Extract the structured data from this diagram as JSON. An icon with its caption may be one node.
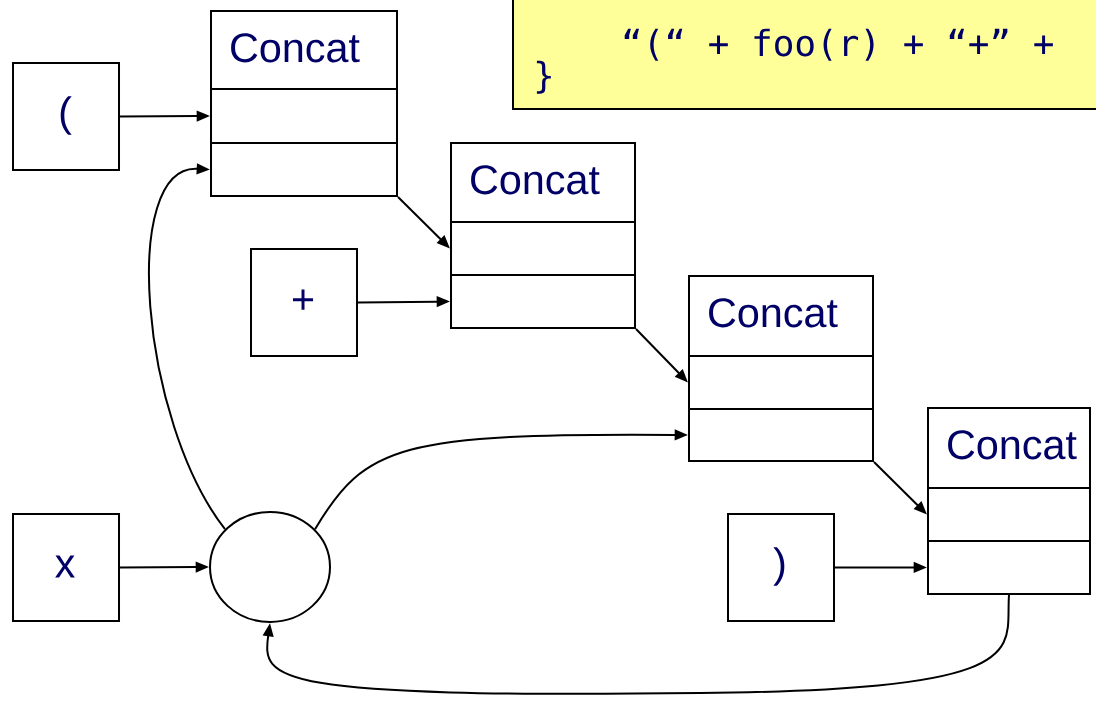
{
  "diagram": {
    "nodes": [
      {
        "text": [
          "“(“ + foo(r) + “+” +",
          "}"
        ]
      },
      {
        "text": [
          "Concat"
        ]
      },
      {
        "text": [],
        "shape": "box",
        "in": 1
      },
      {
        "text": [],
        "shape": "box",
        "in": 1
      },
      {
        "text": [
          "("
        ]
      },
      {
        "text": [
          "Concat"
        ]
      },
      {
        "text": [],
        "shape": "box",
        "in": 5
      },
      {
        "text": [],
        "shape": "box",
        "in": 5
      },
      {
        "text": [
          "+"
        ]
      },
      {
        "text": [
          "Concat"
        ]
      },
      {
        "text": [],
        "shape": "box",
        "in": 9
      },
      {
        "text": [],
        "shape": "box",
        "in": 9
      },
      {
        "text": [
          "Concat"
        ]
      },
      {
        "text": [],
        "shape": "box",
        "in": 12
      },
      {
        "text": [],
        "shape": "box",
        "in": 12
      },
      {
        "text": [
          "x"
        ]
      },
      {
        "text": [
          ")"
        ]
      },
      {
        "text": [],
        "shape": "circle"
      }
    ],
    "edges": [
      {
        "from": 4,
        "to": 2,
        "arrow": "to"
      },
      {
        "from": 17,
        "to": 3,
        "arrow": "to"
      },
      {
        "from": 1,
        "to": 6,
        "arrow": "to"
      },
      {
        "from": 8,
        "to": 7,
        "arrow": "to"
      },
      {
        "from": 5,
        "to": 10,
        "arrow": "to"
      },
      {
        "from": 17,
        "to": 11,
        "arrow": "to"
      },
      {
        "from": 9,
        "to": 13,
        "arrow": "to"
      },
      {
        "from": 16,
        "to": 14,
        "arrow": "to"
      },
      {
        "from": 12,
        "to": 17,
        "arrow": "to"
      },
      {
        "from": 15,
        "to": 17,
        "arrow": "to"
      }
    ]
  }
}
